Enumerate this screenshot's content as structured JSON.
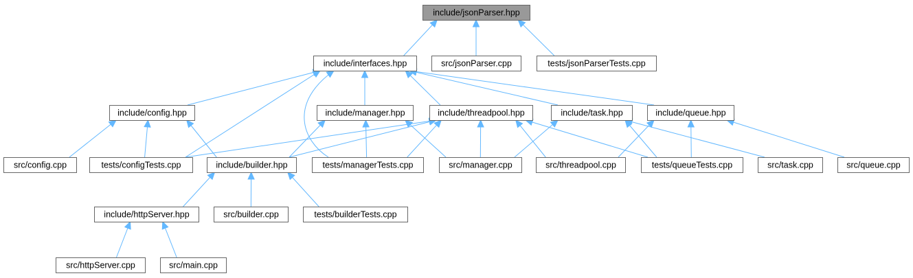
{
  "graph": {
    "nodes": [
      {
        "id": "jsonParser_hpp",
        "label": "include/jsonParser.hpp",
        "root": true
      },
      {
        "id": "interfaces_hpp",
        "label": "include/interfaces.hpp"
      },
      {
        "id": "jsonParser_cpp",
        "label": "src/jsonParser.cpp"
      },
      {
        "id": "jsonParserTests_cpp",
        "label": "tests/jsonParserTests.cpp"
      },
      {
        "id": "config_hpp",
        "label": "include/config.hpp"
      },
      {
        "id": "manager_hpp",
        "label": "include/manager.hpp"
      },
      {
        "id": "threadpool_hpp",
        "label": "include/threadpool.hpp"
      },
      {
        "id": "task_hpp",
        "label": "include/task.hpp"
      },
      {
        "id": "queue_hpp",
        "label": "include/queue.hpp"
      },
      {
        "id": "config_cpp",
        "label": "src/config.cpp"
      },
      {
        "id": "configTests_cpp",
        "label": "tests/configTests.cpp"
      },
      {
        "id": "builder_hpp",
        "label": "include/builder.hpp"
      },
      {
        "id": "managerTests_cpp",
        "label": "tests/managerTests.cpp"
      },
      {
        "id": "manager_cpp",
        "label": "src/manager.cpp"
      },
      {
        "id": "threadpool_cpp",
        "label": "src/threadpool.cpp"
      },
      {
        "id": "queueTests_cpp",
        "label": "tests/queueTests.cpp"
      },
      {
        "id": "task_cpp",
        "label": "src/task.cpp"
      },
      {
        "id": "queue_cpp",
        "label": "src/queue.cpp"
      },
      {
        "id": "httpServer_hpp",
        "label": "include/httpServer.hpp"
      },
      {
        "id": "builder_cpp",
        "label": "src/builder.cpp"
      },
      {
        "id": "builderTests_cpp",
        "label": "tests/builderTests.cpp"
      },
      {
        "id": "httpServer_cpp",
        "label": "src/httpServer.cpp"
      },
      {
        "id": "main_cpp",
        "label": "src/main.cpp"
      }
    ],
    "edges": [
      {
        "from": "interfaces_hpp",
        "to": "jsonParser_hpp"
      },
      {
        "from": "jsonParser_cpp",
        "to": "jsonParser_hpp"
      },
      {
        "from": "jsonParserTests_cpp",
        "to": "jsonParser_hpp"
      },
      {
        "from": "config_hpp",
        "to": "interfaces_hpp"
      },
      {
        "from": "configTests_cpp",
        "to": "interfaces_hpp"
      },
      {
        "from": "managerTests_cpp",
        "to": "interfaces_hpp"
      },
      {
        "from": "manager_hpp",
        "to": "interfaces_hpp"
      },
      {
        "from": "threadpool_hpp",
        "to": "interfaces_hpp"
      },
      {
        "from": "task_hpp",
        "to": "interfaces_hpp"
      },
      {
        "from": "queue_hpp",
        "to": "interfaces_hpp"
      },
      {
        "from": "config_cpp",
        "to": "config_hpp"
      },
      {
        "from": "configTests_cpp",
        "to": "config_hpp"
      },
      {
        "from": "builder_hpp",
        "to": "config_hpp"
      },
      {
        "from": "builder_hpp",
        "to": "manager_hpp"
      },
      {
        "from": "managerTests_cpp",
        "to": "manager_hpp"
      },
      {
        "from": "manager_cpp",
        "to": "manager_hpp"
      },
      {
        "from": "configTests_cpp",
        "to": "threadpool_hpp"
      },
      {
        "from": "builder_hpp",
        "to": "threadpool_hpp"
      },
      {
        "from": "managerTests_cpp",
        "to": "threadpool_hpp"
      },
      {
        "from": "manager_cpp",
        "to": "threadpool_hpp"
      },
      {
        "from": "threadpool_cpp",
        "to": "threadpool_hpp"
      },
      {
        "from": "queueTests_cpp",
        "to": "threadpool_hpp"
      },
      {
        "from": "manager_cpp",
        "to": "task_hpp"
      },
      {
        "from": "queueTests_cpp",
        "to": "task_hpp"
      },
      {
        "from": "task_cpp",
        "to": "task_hpp"
      },
      {
        "from": "threadpool_cpp",
        "to": "queue_hpp"
      },
      {
        "from": "queueTests_cpp",
        "to": "queue_hpp"
      },
      {
        "from": "queue_cpp",
        "to": "queue_hpp"
      },
      {
        "from": "httpServer_hpp",
        "to": "builder_hpp"
      },
      {
        "from": "builder_cpp",
        "to": "builder_hpp"
      },
      {
        "from": "builderTests_cpp",
        "to": "builder_hpp"
      },
      {
        "from": "httpServer_cpp",
        "to": "httpServer_hpp"
      },
      {
        "from": "main_cpp",
        "to": "httpServer_hpp"
      }
    ]
  }
}
